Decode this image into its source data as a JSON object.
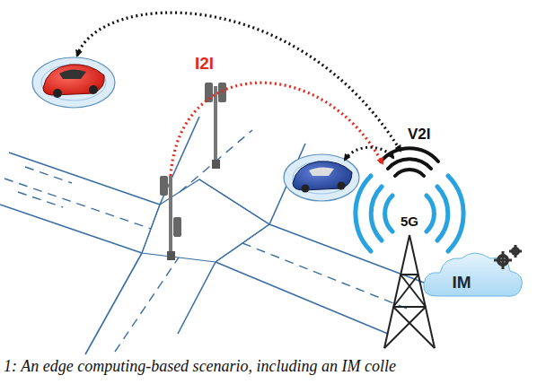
{
  "diagram": {
    "caption": "1: An edge computing-based scenario, including an IM colle",
    "nodes": [
      {
        "text": [
          "5G"
        ]
      },
      {
        "text": [
          "IM"
        ]
      }
    ],
    "labels": [
      "I2I",
      "V2I"
    ]
  }
}
